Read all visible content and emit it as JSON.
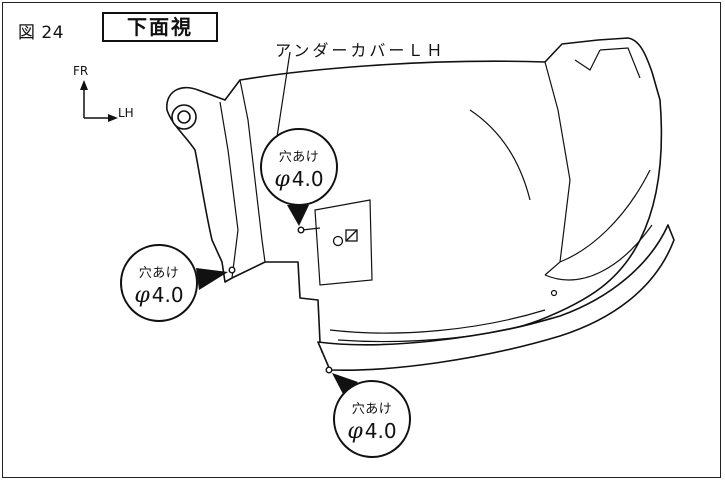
{
  "figure": {
    "number": "図 24",
    "view": "下面視",
    "part_name": "アンダーカバーＬＨ"
  },
  "direction": {
    "forward": "FR",
    "side": "LH"
  },
  "callouts": [
    {
      "label": "穴あけ",
      "phi": "φ",
      "size": "4.0"
    },
    {
      "label": "穴あけ",
      "phi": "φ",
      "size": "4.0"
    },
    {
      "label": "穴あけ",
      "phi": "φ",
      "size": "4.0"
    }
  ]
}
